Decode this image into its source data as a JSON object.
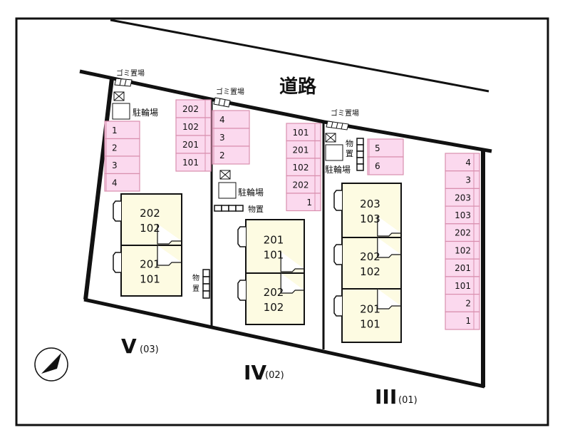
{
  "road_label": "道路",
  "garbage_label": "ゴミ置場",
  "bicycle_label": "駐輪場",
  "storage_label": "物置",
  "storage_vertical": [
    "物",
    "置"
  ],
  "colors": {
    "parking": "#fbd9ee",
    "building": "#fdfbe2",
    "line": "#111111"
  },
  "parking_blocks": [
    {
      "id": "v-left",
      "align": "left",
      "slots": [
        "1",
        "2",
        "3",
        "4"
      ]
    },
    {
      "id": "v-right",
      "align": "center",
      "slots": [
        "202",
        "102",
        "201",
        "101"
      ]
    },
    {
      "id": "iv-left",
      "align": "left",
      "slots": [
        "4",
        "3",
        "2"
      ]
    },
    {
      "id": "iv-right",
      "align": "mixed",
      "slots": [
        "101",
        "201",
        "102",
        "202",
        "1"
      ]
    },
    {
      "id": "iii-small",
      "align": "left",
      "slots": [
        "5",
        "6"
      ]
    },
    {
      "id": "iii-right",
      "align": "right",
      "slots": [
        "4",
        "3",
        "203",
        "103",
        "202",
        "102",
        "201",
        "101",
        "2",
        "1"
      ]
    }
  ],
  "buildings": {
    "v": [
      [
        "202",
        "102"
      ],
      [
        "201",
        "101"
      ]
    ],
    "iv": [
      [
        "201",
        "101"
      ],
      [
        "202",
        "102"
      ]
    ],
    "iii": [
      [
        "203",
        "103"
      ],
      [
        "202",
        "102"
      ],
      [
        "201",
        "101"
      ]
    ]
  },
  "sections": [
    {
      "numeral": "V",
      "code": "(03)"
    },
    {
      "numeral": "IV",
      "code": "(02)"
    },
    {
      "numeral": "III",
      "code": "(01)"
    }
  ]
}
